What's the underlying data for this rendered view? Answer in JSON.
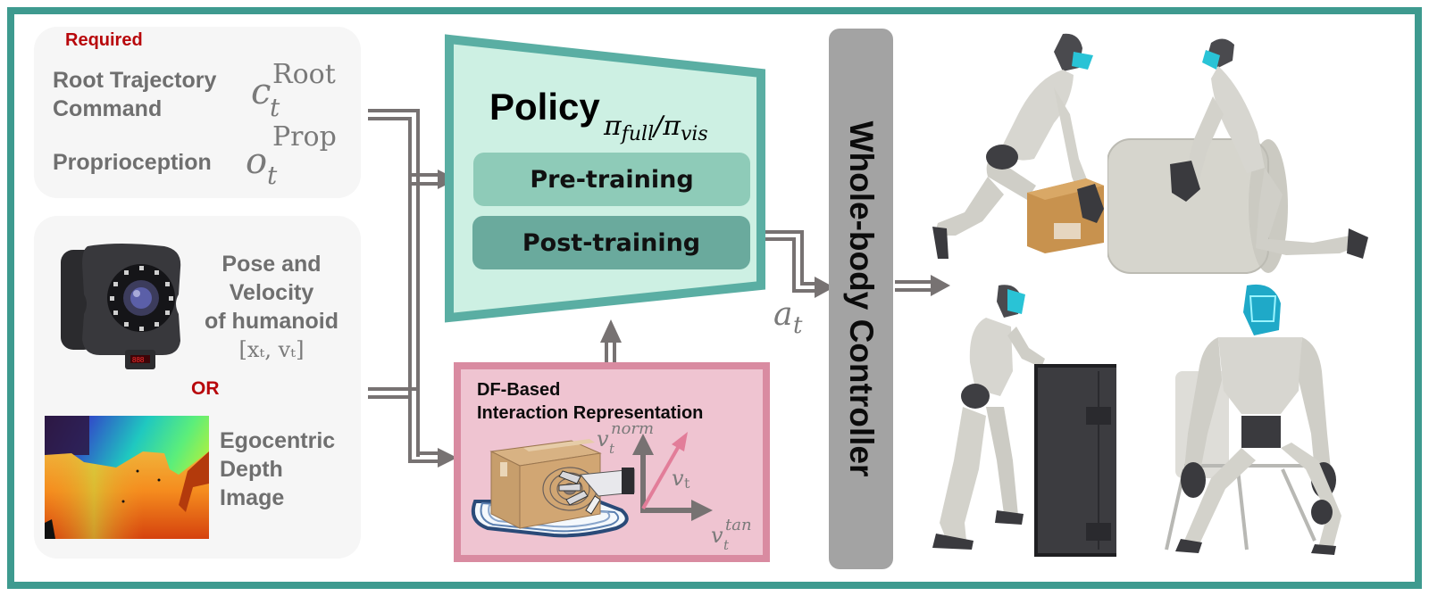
{
  "colors": {
    "frame_border": "#3e9a8f",
    "panel_bg": "#f6f6f6",
    "label_gray": "#6f6f6f",
    "required_red": "#b8070b",
    "policy_fill": "#cdf0e3",
    "policy_border": "#5aaea3",
    "pretraining_fill": "#8ecbb8",
    "posttraining_fill": "#6aaa9d",
    "df_fill": "#efc4d1",
    "df_border": "#d98ba1",
    "controller_fill": "#a3a3a3",
    "arrow_gray": "#777272",
    "velocity_pink": "#e27d99"
  },
  "inputs": {
    "required_label": "Required",
    "root_trajectory": {
      "label_line1": "Root Trajectory",
      "label_line2": "Command",
      "symbol_base": "c",
      "symbol_sub": "t",
      "symbol_sup": "Root"
    },
    "proprioception": {
      "label": "Proprioception",
      "symbol_base": "o",
      "symbol_sub": "t",
      "symbol_sup": "Prop"
    },
    "pose_velocity": {
      "label_line1": "Pose and",
      "label_line2": "Velocity",
      "label_line3": "of humanoid",
      "symbol": "[xₜ, vₜ]"
    },
    "or_label": "OR",
    "depth": {
      "label_line1": "Egocentric",
      "label_line2": "Depth",
      "label_line3": "Image"
    }
  },
  "policy": {
    "title": "Policy",
    "subscript": "πfull/πvis",
    "sub_a": "π",
    "sub_a_idx": "full",
    "slash": "/",
    "sub_b": "π",
    "sub_b_idx": "vis",
    "stages": [
      "Pre-training",
      "Post-training"
    ]
  },
  "df_representation": {
    "title_line1": "DF-Based",
    "title_line2": "Interaction Representation",
    "v_norm_base": "v",
    "v_norm_sub": "t",
    "v_norm_sup": "norm",
    "v_base": "v",
    "v_sub": "t",
    "v_tan_base": "v",
    "v_tan_sub": "t",
    "v_tan_sup": "tan"
  },
  "action": {
    "base": "a",
    "sub": "t"
  },
  "controller": {
    "label": "Whole-body Controller"
  },
  "outputs": {
    "scenes": [
      "robot-lifting-box",
      "robot-rolling-cylinder",
      "robot-pushing-case",
      "robot-sitting-chair"
    ]
  }
}
